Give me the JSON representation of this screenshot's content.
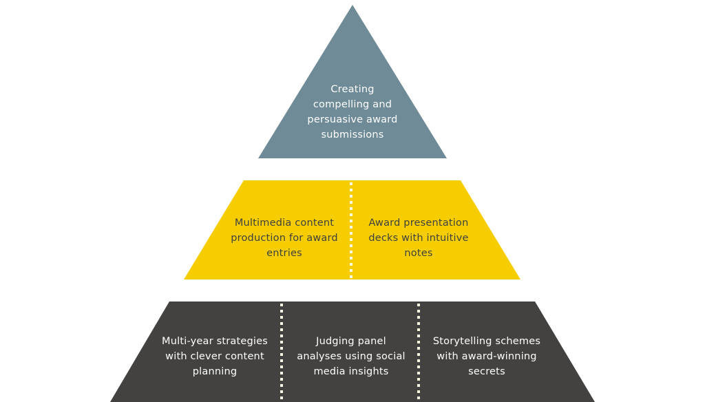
{
  "colors": {
    "top": "#6e8b97",
    "middle": "#f5cd00",
    "bottom": "#434240",
    "divider": "#fdfbe6",
    "text_light": "#ffffff",
    "text_dark": "#3f3f3f"
  },
  "pyramid": {
    "top": {
      "text": "Creating\ncompelling and\npersuasive award\nsubmissions"
    },
    "middle": {
      "left": "Multimedia content\nproduction for award\nentries",
      "right": "Award presentation\ndecks with intuitive\nnotes"
    },
    "bottom": {
      "left": "Multi-year strategies\nwith clever content\nplanning",
      "center": "Judging panel\nanalyses using social\nmedia insights",
      "right": "Storytelling schemes\nwith award-winning\nsecrets"
    }
  }
}
